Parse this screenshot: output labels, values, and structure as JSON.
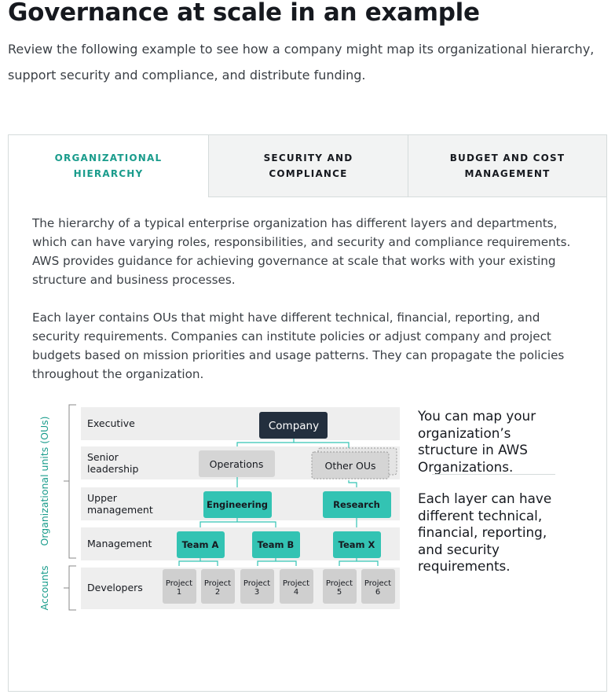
{
  "page": {
    "title": "Governance at scale in an example",
    "intro": "Review the following example to see how a company might map its organizational hierarchy, support security and compliance, and distribute funding."
  },
  "tabs": [
    {
      "label": "ORGANIZATIONAL HIERARCHY",
      "active": true
    },
    {
      "label": "SECURITY AND COMPLIANCE",
      "active": false
    },
    {
      "label": "BUDGET AND COST MANAGEMENT",
      "active": false
    }
  ],
  "content": {
    "paragraph1": "The hierarchy of a typical enterprise organization has different layers and departments, which can have varying roles, responsibilities, and security and compliance requirements. AWS provides guidance for achieving governance at scale that works with your existing structure and business processes.",
    "paragraph2": "Each layer contains OUs that might have different technical, financial, reporting, and security requirements. Companies can institute policies or adjust company and project budgets based on mission priorities and usage patterns. They can propagate the policies throughout the organization.",
    "side_note1": "You can map your organization’s structure in AWS Organizations.",
    "side_note2": "Each layer can have different technical, financial, reporting, and security requirements."
  },
  "diagram": {
    "group_labels": {
      "ous": "Organizational units (OUs)",
      "accounts": "Accounts"
    },
    "layers": {
      "executive": "Executive",
      "senior_1": "Senior",
      "senior_2": "leadership",
      "upper_1": "Upper",
      "upper_2": "management",
      "management": "Management",
      "developers": "Developers"
    },
    "nodes": {
      "company": "Company",
      "operations": "Operations",
      "other_ous": "Other OUs",
      "engineering": "Engineering",
      "research": "Research",
      "team_a": "Team A",
      "team_b": "Team B",
      "team_x": "Team X"
    },
    "projects": [
      {
        "name": "Project",
        "num": "1"
      },
      {
        "name": "Project",
        "num": "2"
      },
      {
        "name": "Project",
        "num": "3"
      },
      {
        "name": "Project",
        "num": "4"
      },
      {
        "name": "Project",
        "num": "5"
      },
      {
        "name": "Project",
        "num": "6"
      }
    ],
    "colors": {
      "teal": "#33c3b3",
      "dark": "#232f3e",
      "gray": "#d5d5d5",
      "band": "#eeeeee",
      "accent_text": "#1a9c8c",
      "line": "#33c3b3"
    }
  }
}
